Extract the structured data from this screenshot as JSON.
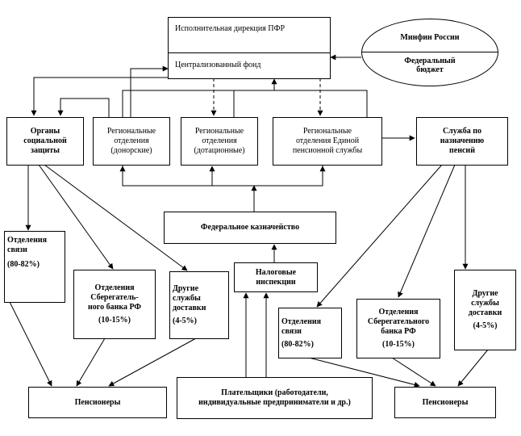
{
  "pfr": {
    "top": "Исполнительная дирекция ПФР",
    "bottom": "Централизованный фонд"
  },
  "minfin": {
    "top": "Минфин России",
    "bottom": [
      "Федеральный",
      "бюджет"
    ]
  },
  "organs": [
    "Органы",
    "социальной",
    "защиты"
  ],
  "reg_donor": [
    "Региональные",
    "отделения",
    "(донорские)"
  ],
  "reg_dotation": [
    "Региональные",
    "отделения",
    "(дотационные)"
  ],
  "reg_unified": [
    "Региональные",
    "отделения Единой",
    "пенсионной службы"
  ],
  "service": [
    "Служба по",
    "назначению",
    "пенсий"
  ],
  "treasury": "Федеральное казначейство",
  "tax": [
    "Налоговые",
    "инспекции"
  ],
  "post_left": [
    "Отделения",
    "связи",
    "(80-82%)"
  ],
  "sber_left": [
    "Отделения",
    "Сберегатель-",
    "ного банка РФ",
    "(10-15%)"
  ],
  "other_left": [
    "Другие",
    "службы",
    "доставки",
    "(4-5%)"
  ],
  "post_right": [
    "Отделения",
    "связи",
    "(80-82%)"
  ],
  "sber_right": [
    "Отделения",
    "Сберегательного",
    "банка РФ",
    "(10-15%)"
  ],
  "other_right": [
    "Другие",
    "службы",
    "доставки",
    "(4-5%)"
  ],
  "payers": [
    "Плательщики (работодатели,",
    "индивидуальные предприниматели  и др.)"
  ],
  "pensioners_left": "Пенсионеры",
  "pensioners_right": "Пенсионеры"
}
